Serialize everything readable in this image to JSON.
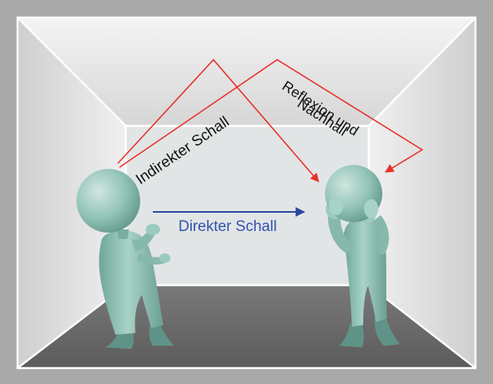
{
  "labels": {
    "indirect": "Indirekter Schall",
    "reflection_line1": "Reflexion und",
    "reflection_line2": "Nachhall",
    "direct": "Direkter Schall"
  },
  "colors": {
    "frame": "#a9a9a9",
    "floor": "#6b6a6a",
    "back_wall": "#e2e5e5",
    "indirect_arrow": "#e8302a",
    "direct_arrow": "#2a46a0",
    "direct_text": "#2f52b0",
    "figure": "#8fc3b7"
  }
}
